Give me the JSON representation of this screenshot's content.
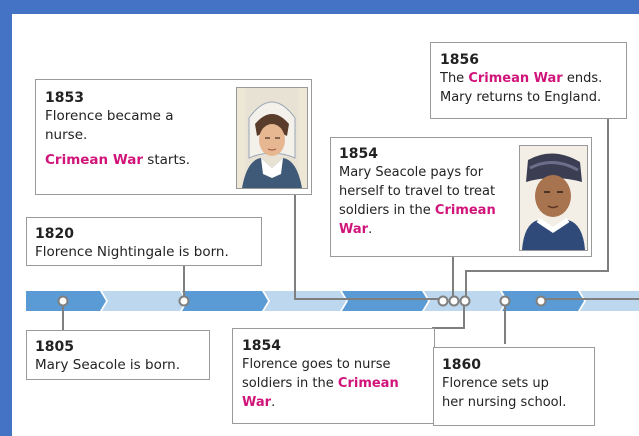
{
  "events": {
    "e1820": {
      "year": "1820",
      "text": "Florence Nightingale is born."
    },
    "e1805": {
      "year": "1805",
      "text": "Mary Seacole is born."
    },
    "e1853": {
      "year": "1853",
      "text_1": "Florence became a",
      "text_2": "nurse.",
      "highlight": "Crimean War",
      "text_3": " starts."
    },
    "e1854a": {
      "year": "1854",
      "text_1": "Mary Seacole pays for",
      "text_2": "herself to travel to treat",
      "text_3": "soldiers in the ",
      "highlight_1": "Crimean",
      "highlight_2": "War",
      "text_4": "."
    },
    "e1854b": {
      "year": "1854",
      "text_1": "Florence goes to nurse",
      "text_2": "soldiers in the ",
      "highlight_1": "Crimean",
      "highlight_2": "War",
      "text_3": "."
    },
    "e1856": {
      "year": "1856",
      "text_1": "The ",
      "highlight": "Crimean War",
      "text_2": " ends.",
      "text_3": "Mary returns to England."
    },
    "e1860": {
      "year": "1860",
      "text_1": "Florence sets up",
      "text_2": "her nursing school."
    }
  },
  "colors": {
    "frame": "#4472c4",
    "timeline_dark": "#5b9bd5",
    "timeline_light": "#bdd7ee",
    "highlight": "#d1147a",
    "connector": "#7f7f7f"
  }
}
